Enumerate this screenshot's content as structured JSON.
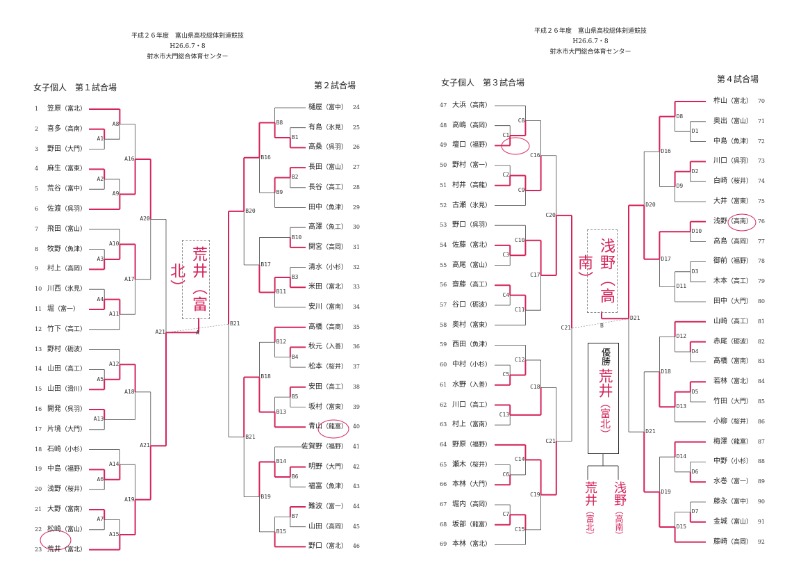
{
  "colors": {
    "result_line": "#d4245a",
    "bracket_line": "#444444"
  },
  "pages": [
    {
      "header": {
        "line1": "平成２６年度　富山県高校総体剣道競技",
        "line2": "H26.6.7・8",
        "line3": "射水市大門総合体育センター"
      }
    },
    {
      "header": {
        "line1": "平成２６年度　富山県高校総体剣道競技",
        "line2": "H26.6.7・8",
        "line3": "射水市大門総合体育センター"
      }
    }
  ],
  "courts": {
    "A": {
      "title": "女子個人　第１試合場",
      "final_label": "A21",
      "players": [
        {
          "no": "1",
          "name": "笠原",
          "school": "（富北）"
        },
        {
          "no": "2",
          "name": "喜多",
          "school": "（高南）"
        },
        {
          "no": "3",
          "name": "野田",
          "school": "（大門）"
        },
        {
          "no": "4",
          "name": "麻生",
          "school": "（富東）"
        },
        {
          "no": "5",
          "name": "荒谷",
          "school": "（富中）"
        },
        {
          "no": "6",
          "name": "佐渡",
          "school": "（呉羽）"
        },
        {
          "no": "7",
          "name": "飛田",
          "school": "（富山）"
        },
        {
          "no": "8",
          "name": "牧野",
          "school": "（魚津）"
        },
        {
          "no": "9",
          "name": "村上",
          "school": "（高岡）"
        },
        {
          "no": "10",
          "name": "川西",
          "school": "（氷見）"
        },
        {
          "no": "11",
          "name": "堀",
          "school": "（富一）"
        },
        {
          "no": "12",
          "name": "竹下",
          "school": "（高工）"
        },
        {
          "no": "13",
          "name": "野村",
          "school": "（砺波）"
        },
        {
          "no": "14",
          "name": "山田",
          "school": "（高工）"
        },
        {
          "no": "15",
          "name": "山田",
          "school": "（滑川）"
        },
        {
          "no": "16",
          "name": "開発",
          "school": "（呉羽）"
        },
        {
          "no": "17",
          "name": "片境",
          "school": "（大門）"
        },
        {
          "no": "18",
          "name": "石崎",
          "school": "（小杉）"
        },
        {
          "no": "19",
          "name": "中島",
          "school": "（福野）"
        },
        {
          "no": "20",
          "name": "浅野",
          "school": "（桜井）"
        },
        {
          "no": "21",
          "name": "大野",
          "school": "（富南）"
        },
        {
          "no": "22",
          "name": "松崎",
          "school": "（富山）"
        },
        {
          "no": "23",
          "name": "荒井",
          "school": "（富北）"
        }
      ],
      "matches": [
        {
          "label": "A1",
          "a": "2",
          "b": "3",
          "w": "2"
        },
        {
          "label": "A8",
          "a": "1",
          "b": "A1",
          "w": "1"
        },
        {
          "label": "A2",
          "a": "4",
          "b": "5",
          "w": "4"
        },
        {
          "label": "A9",
          "a": "A2",
          "b": "6",
          "w": "6"
        },
        {
          "label": "A16",
          "a": "A8",
          "b": "A9",
          "w": "A9"
        },
        {
          "label": "A3",
          "a": "8",
          "b": "9",
          "w": "9"
        },
        {
          "label": "A10",
          "a": "7",
          "b": "A3",
          "w": "A3"
        },
        {
          "label": "A4",
          "a": "10",
          "b": "11",
          "w": "11"
        },
        {
          "label": "A11",
          "a": "A4",
          "b": "12",
          "w": "A4"
        },
        {
          "label": "A17",
          "a": "A10",
          "b": "A11",
          "w": "A10"
        },
        {
          "label": "A20",
          "a": "A16",
          "b": "A17",
          "w": "A16"
        },
        {
          "label": "A5",
          "a": "14",
          "b": "15",
          "w": "15"
        },
        {
          "label": "A12",
          "a": "13",
          "b": "A5",
          "w": "A5"
        },
        {
          "label": "A13",
          "a": "16",
          "b": "17",
          "w": "16"
        },
        {
          "label": "A18",
          "a": "A12",
          "b": "A13",
          "w": "A12"
        },
        {
          "label": "A6",
          "a": "19",
          "b": "20",
          "w": "19"
        },
        {
          "label": "A14",
          "a": "18",
          "b": "A6",
          "w": "A6"
        },
        {
          "label": "A7",
          "a": "21",
          "b": "22",
          "w": "21"
        },
        {
          "label": "A15",
          "a": "A7",
          "b": "23",
          "w": "23"
        },
        {
          "label": "A19",
          "a": "A14",
          "b": "A15",
          "w": "A15"
        },
        {
          "label": "A21",
          "a": "A18",
          "b": "A19",
          "w": "A19"
        },
        {
          "label": "A21",
          "a": "A20",
          "b": "A21",
          "w": "A21",
          "final": true
        }
      ]
    },
    "B": {
      "title": "第２試合場",
      "final_label": "B21",
      "players": [
        {
          "no": "24",
          "name": "樋屋",
          "school": "（富中）"
        },
        {
          "no": "25",
          "name": "有島",
          "school": "（氷見）"
        },
        {
          "no": "26",
          "name": "高桑",
          "school": "（呉羽）"
        },
        {
          "no": "27",
          "name": "長田",
          "school": "（富山）"
        },
        {
          "no": "28",
          "name": "長谷",
          "school": "（高工）"
        },
        {
          "no": "29",
          "name": "田中",
          "school": "（魚津）"
        },
        {
          "no": "30",
          "name": "高澤",
          "school": "（魚工）"
        },
        {
          "no": "31",
          "name": "関宮",
          "school": "（高岡）"
        },
        {
          "no": "32",
          "name": "清水",
          "school": "（小杉）"
        },
        {
          "no": "33",
          "name": "米田",
          "school": "（富北）"
        },
        {
          "no": "34",
          "name": "安川",
          "school": "（富南）"
        },
        {
          "no": "35",
          "name": "高橋",
          "school": "（高商）"
        },
        {
          "no": "36",
          "name": "秋元",
          "school": "（入善）"
        },
        {
          "no": "37",
          "name": "松本",
          "school": "（桜井）"
        },
        {
          "no": "38",
          "name": "安田",
          "school": "（高工）"
        },
        {
          "no": "39",
          "name": "坂村",
          "school": "（富東）"
        },
        {
          "no": "40",
          "name": "青山",
          "school": "（龍富）"
        },
        {
          "no": "41",
          "name": "佐賀野",
          "school": "（福野）"
        },
        {
          "no": "42",
          "name": "明野",
          "school": "（大門）"
        },
        {
          "no": "43",
          "name": "福富",
          "school": "（魚津）"
        },
        {
          "no": "44",
          "name": "難波",
          "school": "（富一）"
        },
        {
          "no": "45",
          "name": "山田",
          "school": "（高岡）"
        },
        {
          "no": "46",
          "name": "野口",
          "school": "（富北）"
        }
      ],
      "matches": [
        {
          "label": "B1",
          "a": "25",
          "b": "26",
          "w": "26"
        },
        {
          "label": "B8",
          "a": "24",
          "b": "B1",
          "w": "B1"
        },
        {
          "label": "B2",
          "a": "27",
          "b": "28",
          "w": "27"
        },
        {
          "label": "B9",
          "a": "B2",
          "b": "29",
          "w": "B2"
        },
        {
          "label": "B16",
          "a": "B8",
          "b": "B9",
          "w": "B8"
        },
        {
          "label": "B10",
          "a": "30",
          "b": "31",
          "w": "31"
        },
        {
          "label": "B3",
          "a": "32",
          "b": "33",
          "w": "33"
        },
        {
          "label": "B11",
          "a": "B3",
          "b": "34",
          "w": "B3"
        },
        {
          "label": "B17",
          "a": "B10",
          "b": "B11",
          "w": "B11"
        },
        {
          "label": "B20",
          "a": "B16",
          "b": "B17",
          "w": "B16"
        },
        {
          "label": "B4",
          "a": "36",
          "b": "37",
          "w": "36"
        },
        {
          "label": "B12",
          "a": "35",
          "b": "B4",
          "w": "35"
        },
        {
          "label": "B5",
          "a": "38",
          "b": "39",
          "w": "38"
        },
        {
          "label": "B13",
          "a": "B5",
          "b": "40",
          "w": "40"
        },
        {
          "label": "B18",
          "a": "B12",
          "b": "B13",
          "w": "B13"
        },
        {
          "label": "B6",
          "a": "42",
          "b": "43",
          "w": "42"
        },
        {
          "label": "B14",
          "a": "41",
          "b": "B6",
          "w": "B6"
        },
        {
          "label": "B7",
          "a": "44",
          "b": "45",
          "w": "44"
        },
        {
          "label": "B15",
          "a": "B7",
          "b": "46",
          "w": "46"
        },
        {
          "label": "B19",
          "a": "B14",
          "b": "B15",
          "w": "B14"
        },
        {
          "label": "B21",
          "a": "B18",
          "b": "B19",
          "w": "B18"
        },
        {
          "label": "B21",
          "a": "B20",
          "b": "B21",
          "w": "B20",
          "final": true
        }
      ]
    },
    "C": {
      "title": "女子個人　第３試合場",
      "final_label": "C21",
      "players": [
        {
          "no": "47",
          "name": "大浜",
          "school": "（高南）"
        },
        {
          "no": "48",
          "name": "高嶋",
          "school": "（高岡）"
        },
        {
          "no": "49",
          "name": "壇口",
          "school": "（福野）"
        },
        {
          "no": "50",
          "name": "野村",
          "school": "（富一）"
        },
        {
          "no": "51",
          "name": "村井",
          "school": "（高龍）"
        },
        {
          "no": "52",
          "name": "古瀬",
          "school": "（氷見）"
        },
        {
          "no": "53",
          "name": "野口",
          "school": "（呉羽）"
        },
        {
          "no": "54",
          "name": "佐藤",
          "school": "（富北）"
        },
        {
          "no": "55",
          "name": "高尾",
          "school": "（富山）"
        },
        {
          "no": "56",
          "name": "齋藤",
          "school": "（高工）"
        },
        {
          "no": "57",
          "name": "谷口",
          "school": "（砺波）"
        },
        {
          "no": "58",
          "name": "奥村",
          "school": "（富東）"
        },
        {
          "no": "59",
          "name": "西田",
          "school": "（魚津）"
        },
        {
          "no": "60",
          "name": "中村",
          "school": "（小杉）"
        },
        {
          "no": "61",
          "name": "水野",
          "school": "（入善）"
        },
        {
          "no": "62",
          "name": "川口",
          "school": "（高工）"
        },
        {
          "no": "63",
          "name": "村上",
          "school": "（富南）"
        },
        {
          "no": "64",
          "name": "野原",
          "school": "（福野）"
        },
        {
          "no": "65",
          "name": "瀬木",
          "school": "（桜井）"
        },
        {
          "no": "66",
          "name": "本林",
          "school": "（大門）"
        },
        {
          "no": "67",
          "name": "堀内",
          "school": "（高岡）"
        },
        {
          "no": "68",
          "name": "坂部",
          "school": "（龍富）"
        },
        {
          "no": "69",
          "name": "本林",
          "school": "（富北）"
        }
      ],
      "matches": [
        {
          "label": "C1",
          "a": "48",
          "b": "49",
          "w": "49"
        },
        {
          "label": "C8",
          "a": "47",
          "b": "C1",
          "w": "C1"
        },
        {
          "label": "C2",
          "a": "50",
          "b": "51",
          "w": "51"
        },
        {
          "label": "C9",
          "a": "C2",
          "b": "52",
          "w": "C2"
        },
        {
          "label": "C16",
          "a": "C8",
          "b": "C9",
          "w": "C9"
        },
        {
          "label": "C3",
          "a": "54",
          "b": "55",
          "w": "54"
        },
        {
          "label": "C10",
          "a": "53",
          "b": "C3",
          "w": "C3"
        },
        {
          "label": "C4",
          "a": "56",
          "b": "57",
          "w": "56"
        },
        {
          "label": "C11",
          "a": "C4",
          "b": "58",
          "w": "C4"
        },
        {
          "label": "C17",
          "a": "C10",
          "b": "C11",
          "w": "C10"
        },
        {
          "label": "C20",
          "a": "C16",
          "b": "C17",
          "w": "C17"
        },
        {
          "label": "C5",
          "a": "60",
          "b": "61",
          "w": "61"
        },
        {
          "label": "C12",
          "a": "59",
          "b": "C5",
          "w": "C5"
        },
        {
          "label": "C13",
          "a": "62",
          "b": "63",
          "w": "62"
        },
        {
          "label": "C18",
          "a": "C12",
          "b": "C13",
          "w": "C13"
        },
        {
          "label": "C6",
          "a": "65",
          "b": "66",
          "w": "66"
        },
        {
          "label": "C14",
          "a": "64",
          "b": "C6",
          "w": "64"
        },
        {
          "label": "C7",
          "a": "67",
          "b": "68",
          "w": "68"
        },
        {
          "label": "C15",
          "a": "C7",
          "b": "69",
          "w": "C7"
        },
        {
          "label": "C19",
          "a": "C14",
          "b": "C15",
          "w": "C14"
        },
        {
          "label": "C21",
          "a": "C18",
          "b": "C19",
          "w": "C19"
        },
        {
          "label": "C21",
          "a": "C20",
          "b": "C21",
          "w": "C20",
          "final": true
        }
      ]
    },
    "D": {
      "title": "第４試合場",
      "final_label": "D21",
      "players": [
        {
          "no": "70",
          "name": "柞山",
          "school": "（富北）"
        },
        {
          "no": "71",
          "name": "奥出",
          "school": "（富山）"
        },
        {
          "no": "72",
          "name": "中島",
          "school": "（魚津）"
        },
        {
          "no": "73",
          "name": "川口",
          "school": "（呉羽）"
        },
        {
          "no": "74",
          "name": "白崎",
          "school": "（桜井）"
        },
        {
          "no": "75",
          "name": "大井",
          "school": "（富東）"
        },
        {
          "no": "76",
          "name": "浅野",
          "school": "（高南）"
        },
        {
          "no": "77",
          "name": "高島",
          "school": "（高岡）"
        },
        {
          "no": "78",
          "name": "御前",
          "school": "（福野）"
        },
        {
          "no": "79",
          "name": "木本",
          "school": "（高工）"
        },
        {
          "no": "80",
          "name": "田中",
          "school": "（大門）"
        },
        {
          "no": "81",
          "name": "山崎",
          "school": "（高工）"
        },
        {
          "no": "82",
          "name": "赤尾",
          "school": "（砺波）"
        },
        {
          "no": "83",
          "name": "高橋",
          "school": "（富南）"
        },
        {
          "no": "84",
          "name": "若林",
          "school": "（富北）"
        },
        {
          "no": "85",
          "name": "竹田",
          "school": "（大門）"
        },
        {
          "no": "86",
          "name": "小柳",
          "school": "（桜井）"
        },
        {
          "no": "87",
          "name": "梅澤",
          "school": "（龍富）"
        },
        {
          "no": "88",
          "name": "中野",
          "school": "（小杉）"
        },
        {
          "no": "89",
          "name": "水巻",
          "school": "（富一）"
        },
        {
          "no": "90",
          "name": "藤永",
          "school": "（富中）"
        },
        {
          "no": "91",
          "name": "金城",
          "school": "（富山）"
        },
        {
          "no": "92",
          "name": "藤崎",
          "school": "（高岡）"
        }
      ],
      "matches": [
        {
          "label": "D1",
          "a": "71",
          "b": "72",
          "w": null
        },
        {
          "label": "D8",
          "a": "70",
          "b": "D1",
          "w": "70"
        },
        {
          "label": "D2",
          "a": "73",
          "b": "74",
          "w": "73"
        },
        {
          "label": "D9",
          "a": "D2",
          "b": "75",
          "w": "D2"
        },
        {
          "label": "D16",
          "a": "D8",
          "b": "D9",
          "w": "D8"
        },
        {
          "label": "D10",
          "a": "76",
          "b": "77",
          "w": "76"
        },
        {
          "label": "D3",
          "a": "78",
          "b": "79",
          "w": null
        },
        {
          "label": "D11",
          "a": "D3",
          "b": "80",
          "w": null
        },
        {
          "label": "D17",
          "a": "D10",
          "b": "D11",
          "w": "D10"
        },
        {
          "label": "D20",
          "a": "D16",
          "b": "D17",
          "w": "D17"
        },
        {
          "label": "D4",
          "a": "82",
          "b": "83",
          "w": "82"
        },
        {
          "label": "D12",
          "a": "81",
          "b": "D4",
          "w": "81"
        },
        {
          "label": "D5",
          "a": "84",
          "b": "85",
          "w": "84"
        },
        {
          "label": "D13",
          "a": "D5",
          "b": "86",
          "w": "D5"
        },
        {
          "label": "D18",
          "a": "D12",
          "b": "D13",
          "w": "D13"
        },
        {
          "label": "D6",
          "a": "88",
          "b": "89",
          "w": "89"
        },
        {
          "label": "D14",
          "a": "87",
          "b": "D6",
          "w": "87"
        },
        {
          "label": "D7",
          "a": "90",
          "b": "91",
          "w": "91"
        },
        {
          "label": "D15",
          "a": "D7",
          "b": "92",
          "w": "92"
        },
        {
          "label": "D19",
          "a": "D14",
          "b": "D15",
          "w": "D15"
        },
        {
          "label": "D21",
          "a": "D18",
          "b": "D19",
          "w": "D19"
        },
        {
          "label": "D21",
          "a": "D20",
          "b": "D21",
          "w": "D20",
          "final": true
        }
      ]
    }
  },
  "semifinals": [
    {
      "label": "A",
      "winner": "荒井",
      "school": "（富北）"
    },
    {
      "label": "B",
      "winner": "浅野",
      "school": "（高南）"
    }
  ],
  "championship": {
    "title": "優勝",
    "winner": "荒井",
    "school": "（富北）",
    "finalists": [
      {
        "name": "荒井",
        "school": "（富北）"
      },
      {
        "name": "浅野",
        "school": "（高南）"
      }
    ]
  }
}
